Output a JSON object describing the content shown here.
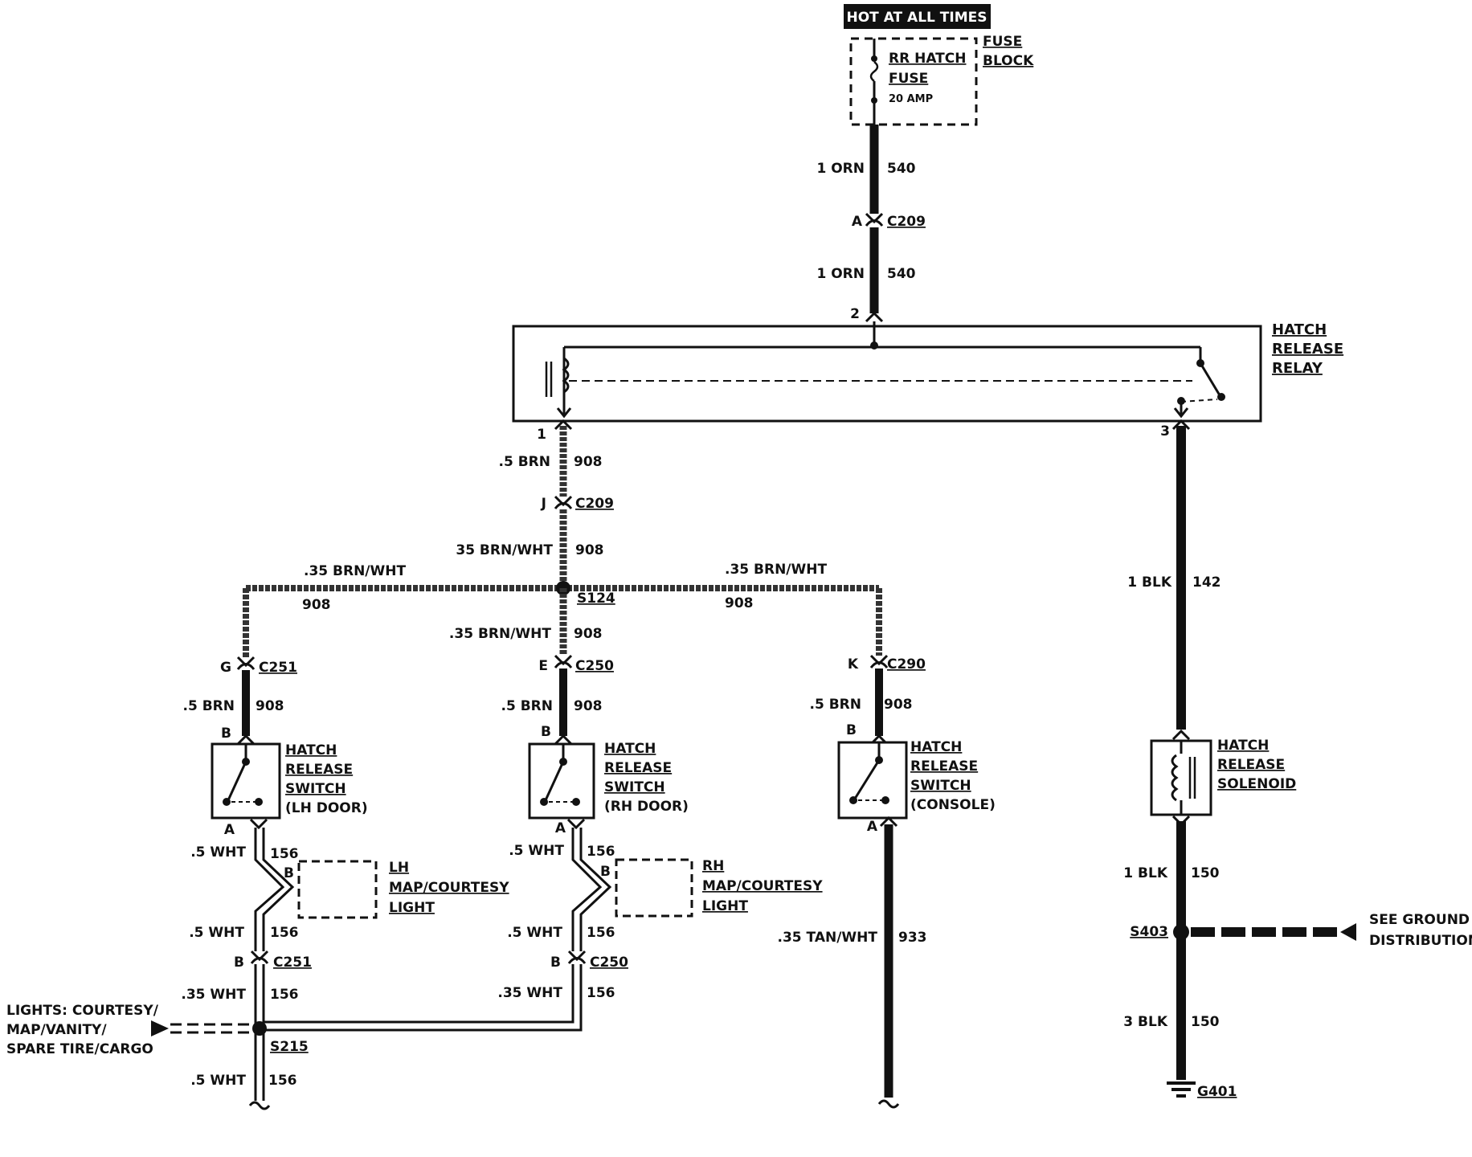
{
  "power": {
    "hot_label": "HOT AT ALL TIMES",
    "fuse_name_1": "RR HATCH",
    "fuse_name_2": "FUSE",
    "fuse_rating": "20 AMP",
    "block_label_1": "FUSE",
    "block_label_2": "BLOCK"
  },
  "feed": {
    "upper_gauge": "1 ORN",
    "upper_circuit": "540",
    "connector_pin": "A",
    "connector": "C209",
    "lower_gauge": "1 ORN",
    "lower_circuit": "540"
  },
  "relay": {
    "label_1": "HATCH",
    "label_2": "RELEASE",
    "label_3": "RELAY",
    "pin_top": "2",
    "pin_left": "1",
    "pin_right": "3"
  },
  "trunk": {
    "upper_gauge": ".5 BRN",
    "upper_circuit": "908",
    "connector_pin": "J",
    "connector": "C209",
    "lower_gauge": "35 BRN/WHT",
    "lower_circuit": "908",
    "left_branch_gauge": ".35 BRN/WHT",
    "left_branch_circuit": "908",
    "right_branch_gauge": ".35 BRN/WHT",
    "right_branch_circuit": "908",
    "splice": "S124"
  },
  "switch_lh": {
    "connector_pin": "G",
    "connector": "C251",
    "gauge": ".5 BRN",
    "circuit": "908",
    "pin_top": "B",
    "pin_bottom": "A",
    "label_1": "HATCH",
    "label_2": "RELEASE",
    "label_3": "SWITCH",
    "label_4": "(LH DOOR)",
    "out_gauge": ".5 WHT",
    "out_circuit": "156",
    "light_pin": "B",
    "light_1": "LH",
    "light_2": "MAP/COURTESY",
    "light_3": "LIGHT",
    "mid_gauge": ".5 WHT",
    "mid_circuit": "156",
    "conn2_pin": "B",
    "conn2": "C251",
    "low_gauge": ".35 WHT",
    "low_circuit": "156"
  },
  "switch_rh": {
    "branch_gauge": ".35 BRN/WHT",
    "branch_circuit": "908",
    "connector_pin": "E",
    "connector": "C250",
    "gauge": ".5 BRN",
    "circuit": "908",
    "pin_top": "B",
    "pin_bottom": "A",
    "label_1": "HATCH",
    "label_2": "RELEASE",
    "label_3": "SWITCH",
    "label_4": "(RH DOOR)",
    "out_gauge": ".5 WHT",
    "out_circuit": "156",
    "light_pin": "B",
    "light_1": "RH",
    "light_2": "MAP/COURTESY",
    "light_3": "LIGHT",
    "mid_gauge": ".5 WHT",
    "mid_circuit": "156",
    "conn2_pin": "B",
    "conn2": "C250",
    "low_gauge": ".35 WHT",
    "low_circuit": "156"
  },
  "switch_console": {
    "connector_pin": "K",
    "connector": "C290",
    "gauge": ".5 BRN",
    "circuit": "908",
    "pin_top": "B",
    "pin_bottom": "A",
    "label_1": "HATCH",
    "label_2": "RELEASE",
    "label_3": "SWITCH",
    "label_4": "(CONSOLE)",
    "out_gauge": ".35 TAN/WHT",
    "out_circuit": "933"
  },
  "lights_feed": {
    "label_1": "LIGHTS:  COURTESY/",
    "label_2": "MAP/VANITY/",
    "label_3": "SPARE TIRE/CARGO",
    "splice": "S215",
    "bottom_gauge": ".5 WHT",
    "bottom_circuit": "156"
  },
  "solenoid": {
    "wire_gauge": "1 BLK",
    "wire_circuit": "142",
    "label_1": "HATCH",
    "label_2": "RELEASE",
    "label_3": "SOLENOID",
    "out_gauge": "1 BLK",
    "out_circuit": "150",
    "splice": "S403",
    "ground_ref_1": "SEE GROUND",
    "ground_ref_2": "DISTRIBUTION",
    "low_gauge": "3 BLK",
    "low_circuit": "150",
    "ground": "G401"
  }
}
